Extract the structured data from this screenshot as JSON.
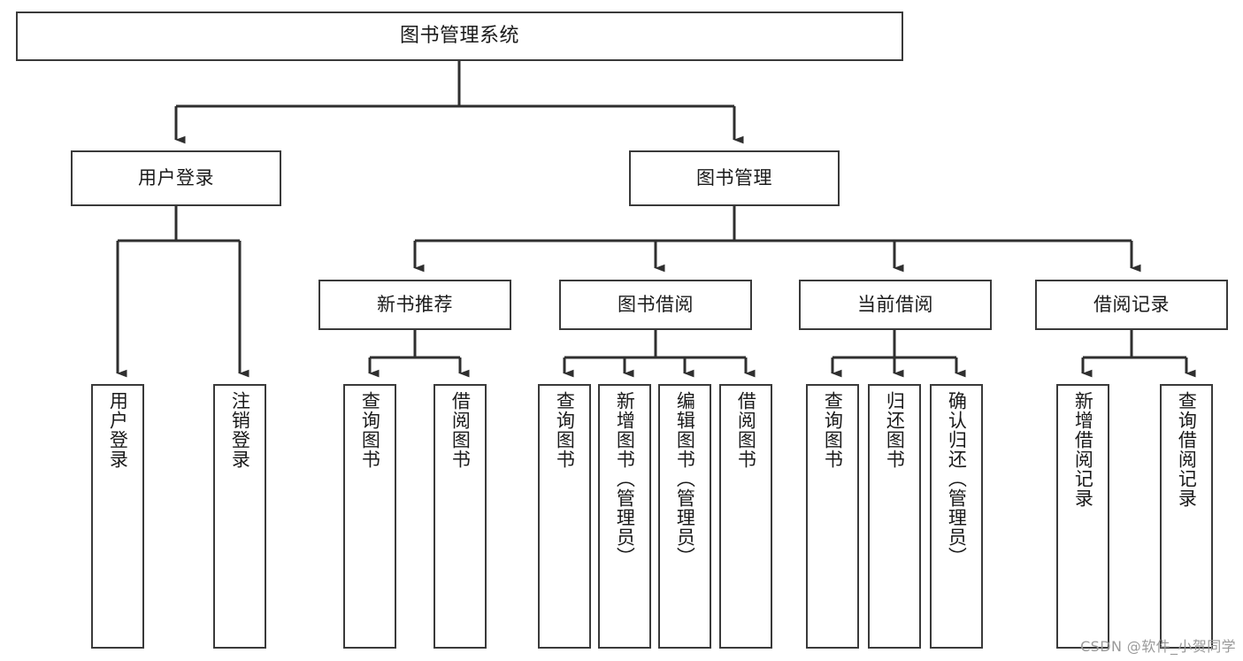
{
  "diagram": {
    "title": "图书管理系统",
    "type": "tree-hierarchy-chart",
    "watermark": "CSDN @软件_小贺同学",
    "colors": {
      "box_border": "#3a3a3a",
      "box_fill": "#ffffff",
      "connector": "#2f2f2f",
      "text": "#1a1a1a",
      "watermark": "#9a9a9a",
      "background": "#ffffff"
    },
    "nodes": {
      "root": {
        "label": "图书管理系统"
      },
      "level2": [
        {
          "id": "user-login",
          "label": "用户登录"
        },
        {
          "id": "book-management",
          "label": "图书管理"
        }
      ],
      "level3": [
        {
          "id": "new-book-recommend",
          "label": "新书推荐"
        },
        {
          "id": "book-borrow",
          "label": "图书借阅"
        },
        {
          "id": "current-borrow",
          "label": "当前借阅"
        },
        {
          "id": "borrow-record",
          "label": "借阅记录"
        }
      ],
      "leaves": {
        "user_login": [
          {
            "id": "leaf-user-login",
            "label": "用户登录"
          },
          {
            "id": "leaf-logout-login",
            "label": "注销登录"
          }
        ],
        "new_book_recommend": [
          {
            "id": "leaf-query-book-1",
            "label": "查询图书"
          },
          {
            "id": "leaf-borrow-book-1",
            "label": "借阅图书"
          }
        ],
        "book_borrow": [
          {
            "id": "leaf-query-book-2",
            "label": "查询图书"
          },
          {
            "id": "leaf-add-book",
            "label": "新增图书（管理员）"
          },
          {
            "id": "leaf-edit-book",
            "label": "编辑图书（管理员）"
          },
          {
            "id": "leaf-borrow-book-2",
            "label": "借阅图书"
          }
        ],
        "current_borrow": [
          {
            "id": "leaf-query-book-3",
            "label": "查询图书"
          },
          {
            "id": "leaf-return-book",
            "label": "归还图书"
          },
          {
            "id": "leaf-confirm-return",
            "label": "确认归还（管理员）"
          }
        ],
        "borrow_record": [
          {
            "id": "leaf-add-record",
            "label": "新增借阅记录"
          },
          {
            "id": "leaf-query-record",
            "label": "查询借阅记录"
          }
        ]
      }
    }
  }
}
